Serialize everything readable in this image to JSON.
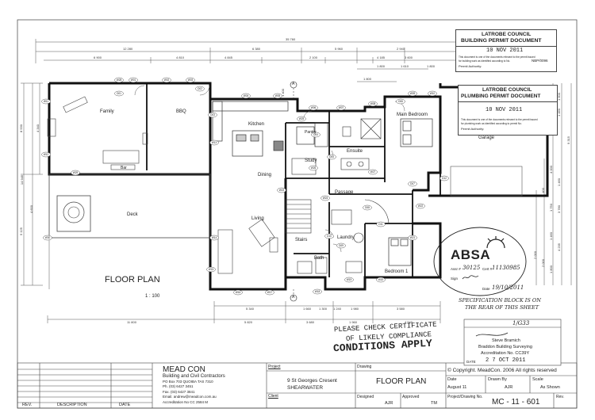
{
  "plan": {
    "title": "FLOOR PLAN",
    "scale": "1 : 100",
    "rooms": {
      "family": "Family",
      "bbq": "BBQ",
      "kitchen": "Kitchen",
      "pantry": "Pantry",
      "dining": "Dining",
      "study": "Study",
      "ensuite": "Ensuite",
      "main_bedroom": "Main Bedroom",
      "garage": "Garage",
      "passage": "Passage",
      "deck": "Deck",
      "living": "Living",
      "stairs": "Stairs",
      "laundry": "Laundry",
      "bath": "Bath",
      "bedroom1": "Bedroom 1",
      "bar": "Bar"
    },
    "dims_top": [
      "35 760",
      "12 280",
      "6 380",
      "5 960",
      "2 940",
      "6 900",
      "4 810",
      "4 845",
      "2 100",
      "4 185",
      "3 600",
      "1 800",
      "1 800",
      "1 610",
      "1 800"
    ],
    "dims_bottom": [
      "5 340",
      "1 660",
      "1 300",
      "1 240",
      "1 980",
      "3 580",
      "11 800",
      "5 820",
      "3 680",
      "1 960",
      "4 540"
    ],
    "dims_left": [
      "8 530",
      "14 945",
      "4 600",
      "5 125",
      "4 340",
      "1 400"
    ],
    "dims_right": [
      "9 315",
      "1 600",
      "1 460",
      "1 460",
      "1 750",
      "3 780",
      "4 000",
      "1 460",
      "2 000",
      "4 235",
      "1 400",
      "2 000",
      "1 800"
    ],
    "section_mark": "A",
    "window_tags": [
      "W01",
      "W02",
      "W03",
      "W04",
      "W05",
      "W06",
      "W07",
      "W08",
      "W09",
      "W10",
      "W11",
      "W12",
      "W13",
      "W14",
      "W15",
      "W16",
      "W17",
      "W18",
      "W19",
      "W20",
      "W21",
      "W22",
      "W23",
      "W24",
      "W25",
      "W26",
      "W27",
      "W28",
      "W29",
      "W30",
      "D01",
      "D02",
      "D03",
      "D04",
      "D05",
      "D06",
      "D07",
      "D08",
      "D09",
      "D10",
      "D11",
      "D12"
    ]
  },
  "stamps": {
    "building": {
      "council": "LATROBE COUNCIL",
      "title": "BUILDING PERMIT DOCUMENT",
      "date": "10 NOV 2011",
      "note1": "This document is one of the documents relevant to the permit issued",
      "note2": "for building work as identified according to No.",
      "permit_no": "NBP/0096",
      "permit_authority": "Permit Authority:"
    },
    "plumbing": {
      "council": "LATROBE COUNCIL",
      "title": "PLUMBING PERMIT DOCUMENT",
      "date": "10 NOV 2011",
      "note1": "This document is one of the documents relevant to the permit issued",
      "note2": "for plumbing work as identified according to permit No.",
      "permit_authority": "Permit Authority:"
    },
    "absa": {
      "logo": "ABSA",
      "assr_label": "Assr #",
      "assr_no": "30125",
      "cert_label": "Cert #",
      "cert_no": "11130985",
      "sign_label": "Sign",
      "date_label": "Date",
      "date": "19/10/2011"
    },
    "spec_note": [
      "SPECIFICATION BLOCK IS ON",
      "THE REAR OF THIS SHEET"
    ],
    "cert": [
      "PLEASE CHECK CERTIFICATE",
      "OF LIKELY COMPLIANCE",
      "CONDITIONS APPLY"
    ],
    "surveyor": {
      "number": "1/G33",
      "name": "Steve Bramich",
      "company": "Braddon Building Surveying",
      "accreditation": "Accreditation No. CC39Y",
      "date_label": "DATE",
      "date": "2 7 OCT 2011"
    }
  },
  "titleblock": {
    "company": "MEAD CON",
    "subtitle": "Building and Civil Contractors",
    "po": "PO Box 703  QUOIBA  TAS  7310",
    "ph": "Ph. (03) 6427 3451",
    "fax": "Fax. (03) 6427 3841",
    "email": "Email. andrew@meadcon.com.au",
    "accreditation": "Accreditation No CC 2584 M",
    "project_label": "Project",
    "project": "9 St Georges Cresent",
    "project2": "SHEARWATER",
    "client_label": "Client",
    "drawing_label": "Drawing",
    "drawing": "FLOOR PLAN",
    "copyright": "© Copyright.  MeadCon. 2006 All rights reserved",
    "date_label": "Date",
    "date": "August 11",
    "drawn_label": "Drawn By",
    "drawn": "AJR",
    "scale_label": "Scale",
    "scale": "As Shown",
    "designed_label": "Designed",
    "designed": "AJR",
    "approved_label": "Approved",
    "approved": "TM",
    "projno_label": "Project/Drawing No.",
    "projno": "MC - 11 - 601",
    "rev_label": "Rev.",
    "rev_col": "REV.",
    "desc_col": "DESCRIPTION",
    "date_col": "DATE"
  }
}
